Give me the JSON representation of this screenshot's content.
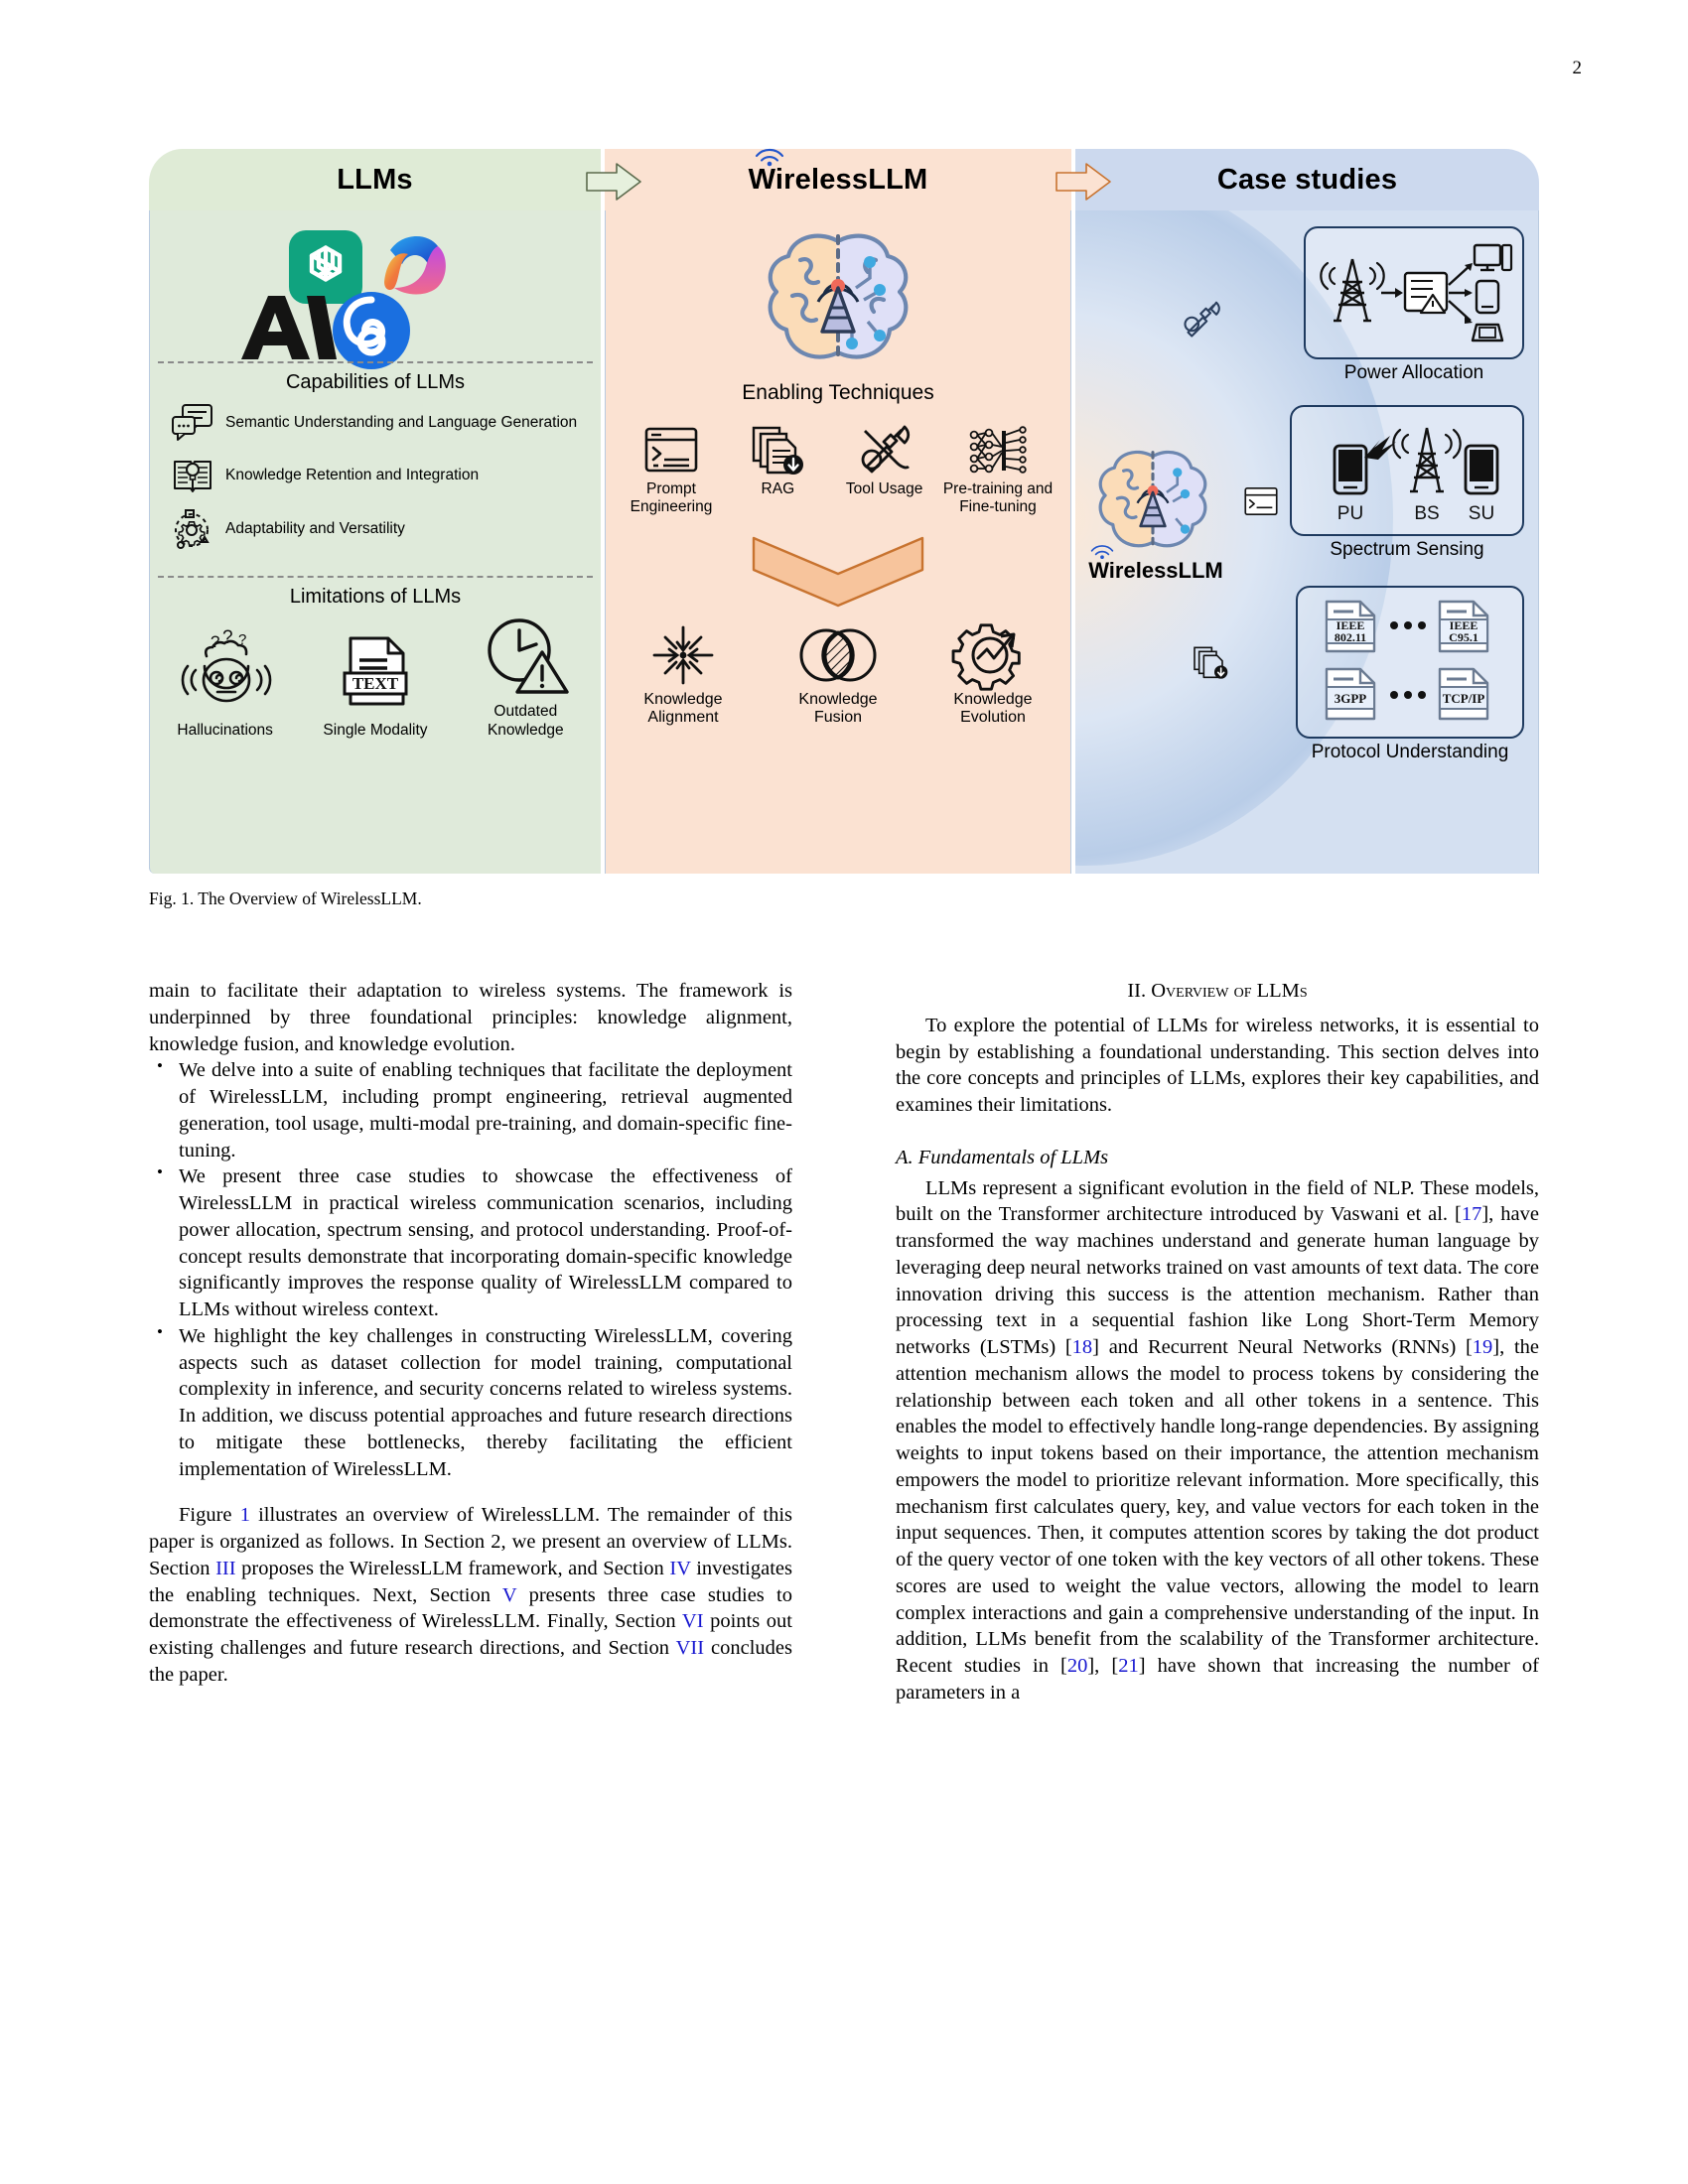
{
  "folio": "2",
  "figure": {
    "caption": "Fig. 1.   The Overview of WirelessLLM.",
    "panels": {
      "llms": {
        "header": "LLMs",
        "capabilities_title": "Capabilities of LLMs",
        "capabilities": [
          "Semantic Understanding and Language Generation",
          "Knowledge Retention and Integration",
          "Adaptability and Versatility"
        ],
        "limitations_title": "Limitations of LLMs",
        "limitations": [
          "Hallucinations",
          "Single Modality",
          "Outdated Knowledge"
        ]
      },
      "wireless": {
        "header": "WirelessLLM",
        "techniques_title": "Enabling Techniques",
        "techniques": [
          "Prompt Engineering",
          "RAG",
          "Tool Usage",
          "Pre-training and Fine-tuning"
        ],
        "principles": [
          "Knowledge Alignment",
          "Knowledge Fusion",
          "Knowledge Evolution"
        ]
      },
      "cases": {
        "header": "Case studies",
        "center_label": "WirelessLLM",
        "items": [
          {
            "label": "Power Allocation"
          },
          {
            "label": "Spectrum Sensing",
            "nodes": [
              "PU",
              "BS",
              "SU"
            ]
          },
          {
            "label": "Protocol Understanding",
            "docs": [
              "IEEE 802.11",
              "IEEE C95.1",
              "3GPP",
              "TCP/IP"
            ],
            "ellipsis": "• • •"
          }
        ]
      }
    },
    "colors": {
      "green_header": "#dfebd6",
      "green_body": "#dfeada",
      "peach": "#fbe2d2",
      "blue_header": "#ccd9ee",
      "blue_body": "#d4e0f1",
      "link": "#1818d0"
    }
  },
  "left_column": {
    "bullet_cont": "main to facilitate their adaptation to wireless systems. The framework is underpinned by three foundational principles: knowledge alignment, knowledge fusion, and knowledge evolution.",
    "bullets": [
      "We delve into a suite of enabling techniques that facilitate the deployment of WirelessLLM, including prompt engineering, retrieval augmented generation, tool usage, multi-modal pre-training, and domain-specific fine-tuning.",
      "We present three case studies to showcase the effectiveness of WirelessLLM in practical wireless communication scenarios, including power allocation, spectrum sensing, and protocol understanding. Proof-of-concept results demonstrate that incorporating domain-specific knowledge significantly improves the response quality of WirelessLLM compared to LLMs without wireless context.",
      "We highlight the key challenges in constructing WirelessLLM, covering aspects such as dataset collection for model training, computational complexity in inference, and security concerns related to wireless systems. In addition, we discuss potential approaches and future research directions to mitigate these bottlenecks, thereby facilitating the efficient implementation of WirelessLLM."
    ],
    "outline": {
      "p1": "Figure ",
      "ref_fig": "1",
      "p2": " illustrates an overview of WirelessLLM. The remainder of this paper is organized as follows. In Section 2, we present an overview of LLMs. Section ",
      "ref_3": "III",
      "p3": " proposes the WirelessLLM framework, and Section ",
      "ref_4": "IV",
      "p4": " investigates the enabling techniques. Next, Section ",
      "ref_5": "V",
      "p5": " presents three case studies to demonstrate the effectiveness of WirelessLLM. Finally, Section ",
      "ref_6": "VI",
      "p6": " points out existing challenges and future research directions, and Section ",
      "ref_7": "VII",
      "p7": " concludes the paper."
    }
  },
  "right_column": {
    "section_heading": "II.   Overview of LLMs",
    "intro": "To explore the potential of LLMs for wireless networks, it is essential to begin by establishing a foundational understanding. This section delves into the core concepts and principles of LLMs, explores their key capabilities, and examines their limitations.",
    "subsection_heading": "A. Fundamentals of LLMs",
    "para": {
      "s1": "LLMs represent a significant evolution in the field of NLP. These models, built on the Transformer architecture introduced by Vaswani et al. [",
      "c17": "17",
      "s2": "], have transformed the way machines understand and generate human language by leveraging deep neural networks trained on vast amounts of text data. The core innovation driving this success is the attention mechanism. Rather than processing text in a sequential fashion like Long Short-Term Memory networks (LSTMs) [",
      "c18": "18",
      "s3": "] and Recurrent Neural Networks (RNNs) [",
      "c19": "19",
      "s4": "], the attention mechanism allows the model to process tokens by considering the relationship between each token and all other tokens in a sentence. This enables the model to effectively handle long-range dependencies. By assigning weights to input tokens based on their importance, the attention mechanism empowers the model to prioritize relevant information. More specifically, this mechanism first calculates query, key, and value vectors for each token in the input sequences. Then, it computes attention scores by taking the dot product of the query vector of one token with the key vectors of all other tokens. These scores are used to weight the value vectors, allowing the model to learn complex interactions and gain a comprehensive understanding of the input. In addition, LLMs benefit from the scalability of the Transformer architecture. Recent studies in [",
      "c20": "20",
      "s5": "], [",
      "c21": "21",
      "s6": "] have shown that increasing the number of parameters in a"
    }
  }
}
